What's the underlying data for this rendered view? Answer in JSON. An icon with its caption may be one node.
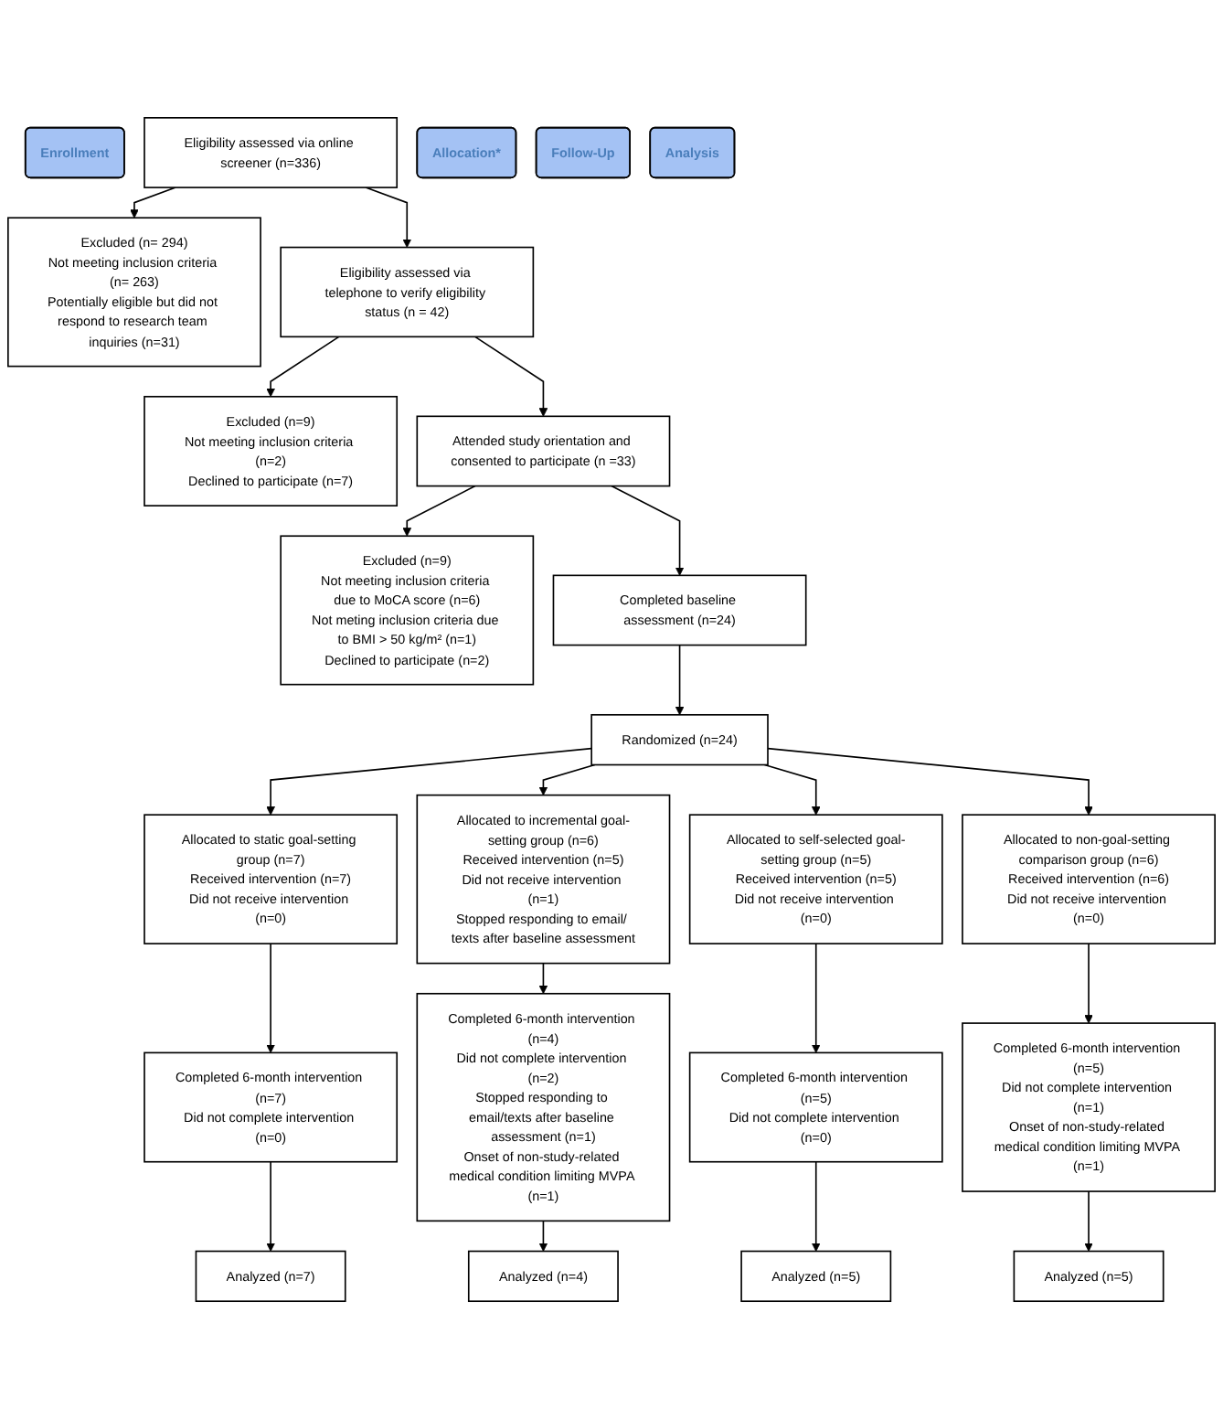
{
  "diagram": {
    "nodes": [
      {
        "text": [
          "Enrollment"
        ]
      },
      {
        "text": [
          "Eligibility assessed via online screener (n=336)"
        ]
      },
      {
        "text": [
          "Excluded (n= 294)",
          "Not meeting inclusion criteria (n= 263)",
          "Potentially eligible but did not respond to research team inquiries (n=31)"
        ]
      },
      {
        "text": [
          "Eligibility assessed via telephone to verify eligibility status (n = 42)"
        ]
      },
      {
        "text": [
          "Excluded (n=9)",
          "Not meeting inclusion criteria (n=2)",
          "Declined to participate (n=7)"
        ]
      },
      {
        "text": [
          "Attended study orientation and consented to participate (n =33)"
        ]
      },
      {
        "text": [
          "Excluded (n=9)",
          "Not meeting inclusion criteria due to MoCA score (n=6)",
          "Not meting inclusion criteria due to BMI > 50 kg/m² (n=1)",
          "Declined to participate (n=2)"
        ]
      },
      {
        "text": [
          "Completed baseline assessment (n=24)"
        ]
      },
      {
        "text": [
          "Randomized (n=24)"
        ]
      },
      {
        "text": [
          "Allocation*"
        ]
      },
      {
        "text": [
          "Allocated to static goal-setting group (n=7)",
          "Received intervention (n=7)",
          "Did not receive intervention (n=0)"
        ]
      },
      {
        "text": [
          "Allocated to incremental goal-setting group (n=6)",
          "Received intervention (n=5)",
          "Did not receive intervention (n=1)",
          "Stopped responding to email/ texts after baseline assessment"
        ]
      },
      {
        "text": [
          "Allocated to self-selected goal-setting group (n=5)",
          "Received intervention (n=5)",
          "Did not receive intervention (n=0)"
        ]
      },
      {
        "text": [
          "Allocated to non-goal-setting comparison group (n=6)",
          "Received intervention (n=6)",
          "Did not receive intervention (n=0)"
        ]
      },
      {
        "text": [
          "Follow-Up"
        ]
      },
      {
        "text": [
          "Completed 6-month intervention (n=7)",
          "Did not complete intervention (n=0)"
        ]
      },
      {
        "text": [
          "Completed 6-month intervention (n=4)",
          "Did not complete intervention (n=2)",
          "Stopped responding to email/texts after baseline assessment (n=1)",
          "Onset of non-study-related medical condition limiting MVPA (n=1)"
        ]
      },
      {
        "text": [
          "Completed 6-month intervention (n=5)",
          "Did not complete intervention (n=0)"
        ]
      },
      {
        "text": [
          "Completed 6-month intervention (n=5)",
          "Did not complete intervention (n=1)",
          "Onset of non-study-related medical condition limiting MVPA (n=1)"
        ]
      },
      {
        "text": [
          "Analysis"
        ]
      },
      {
        "text": [
          "Analyzed (n=7)"
        ]
      },
      {
        "text": [
          "Analyzed (n=4)"
        ]
      },
      {
        "text": [
          "Analyzed (n=5)"
        ]
      },
      {
        "text": [
          "Analyzed (n=5)"
        ]
      }
    ],
    "edges": [
      {
        "from": 1,
        "to": 2,
        "arrow": "to"
      },
      {
        "from": 1,
        "to": 3,
        "arrow": "to"
      },
      {
        "from": 3,
        "to": 4,
        "arrow": "to"
      },
      {
        "from": 3,
        "to": 5,
        "arrow": "to"
      },
      {
        "from": 5,
        "to": 6,
        "arrow": "to"
      },
      {
        "from": 5,
        "to": 7,
        "arrow": "to"
      },
      {
        "from": 7,
        "to": 8,
        "arrow": "to"
      },
      {
        "from": 8,
        "to": 10,
        "arrow": "to"
      },
      {
        "from": 8,
        "to": 11,
        "arrow": "to"
      },
      {
        "from": 8,
        "to": 12,
        "arrow": "to"
      },
      {
        "from": 8,
        "to": 13,
        "arrow": "to"
      },
      {
        "from": 10,
        "to": 15,
        "arrow": "to"
      },
      {
        "from": 11,
        "to": 16,
        "arrow": "to"
      },
      {
        "from": 12,
        "to": 17,
        "arrow": "to"
      },
      {
        "from": 13,
        "to": 18,
        "arrow": "to"
      },
      {
        "from": 15,
        "to": 20,
        "arrow": "to"
      },
      {
        "from": 16,
        "to": 21,
        "arrow": "to"
      },
      {
        "from": 17,
        "to": 22,
        "arrow": "to"
      },
      {
        "from": 18,
        "to": 23,
        "arrow": "to"
      }
    ]
  }
}
